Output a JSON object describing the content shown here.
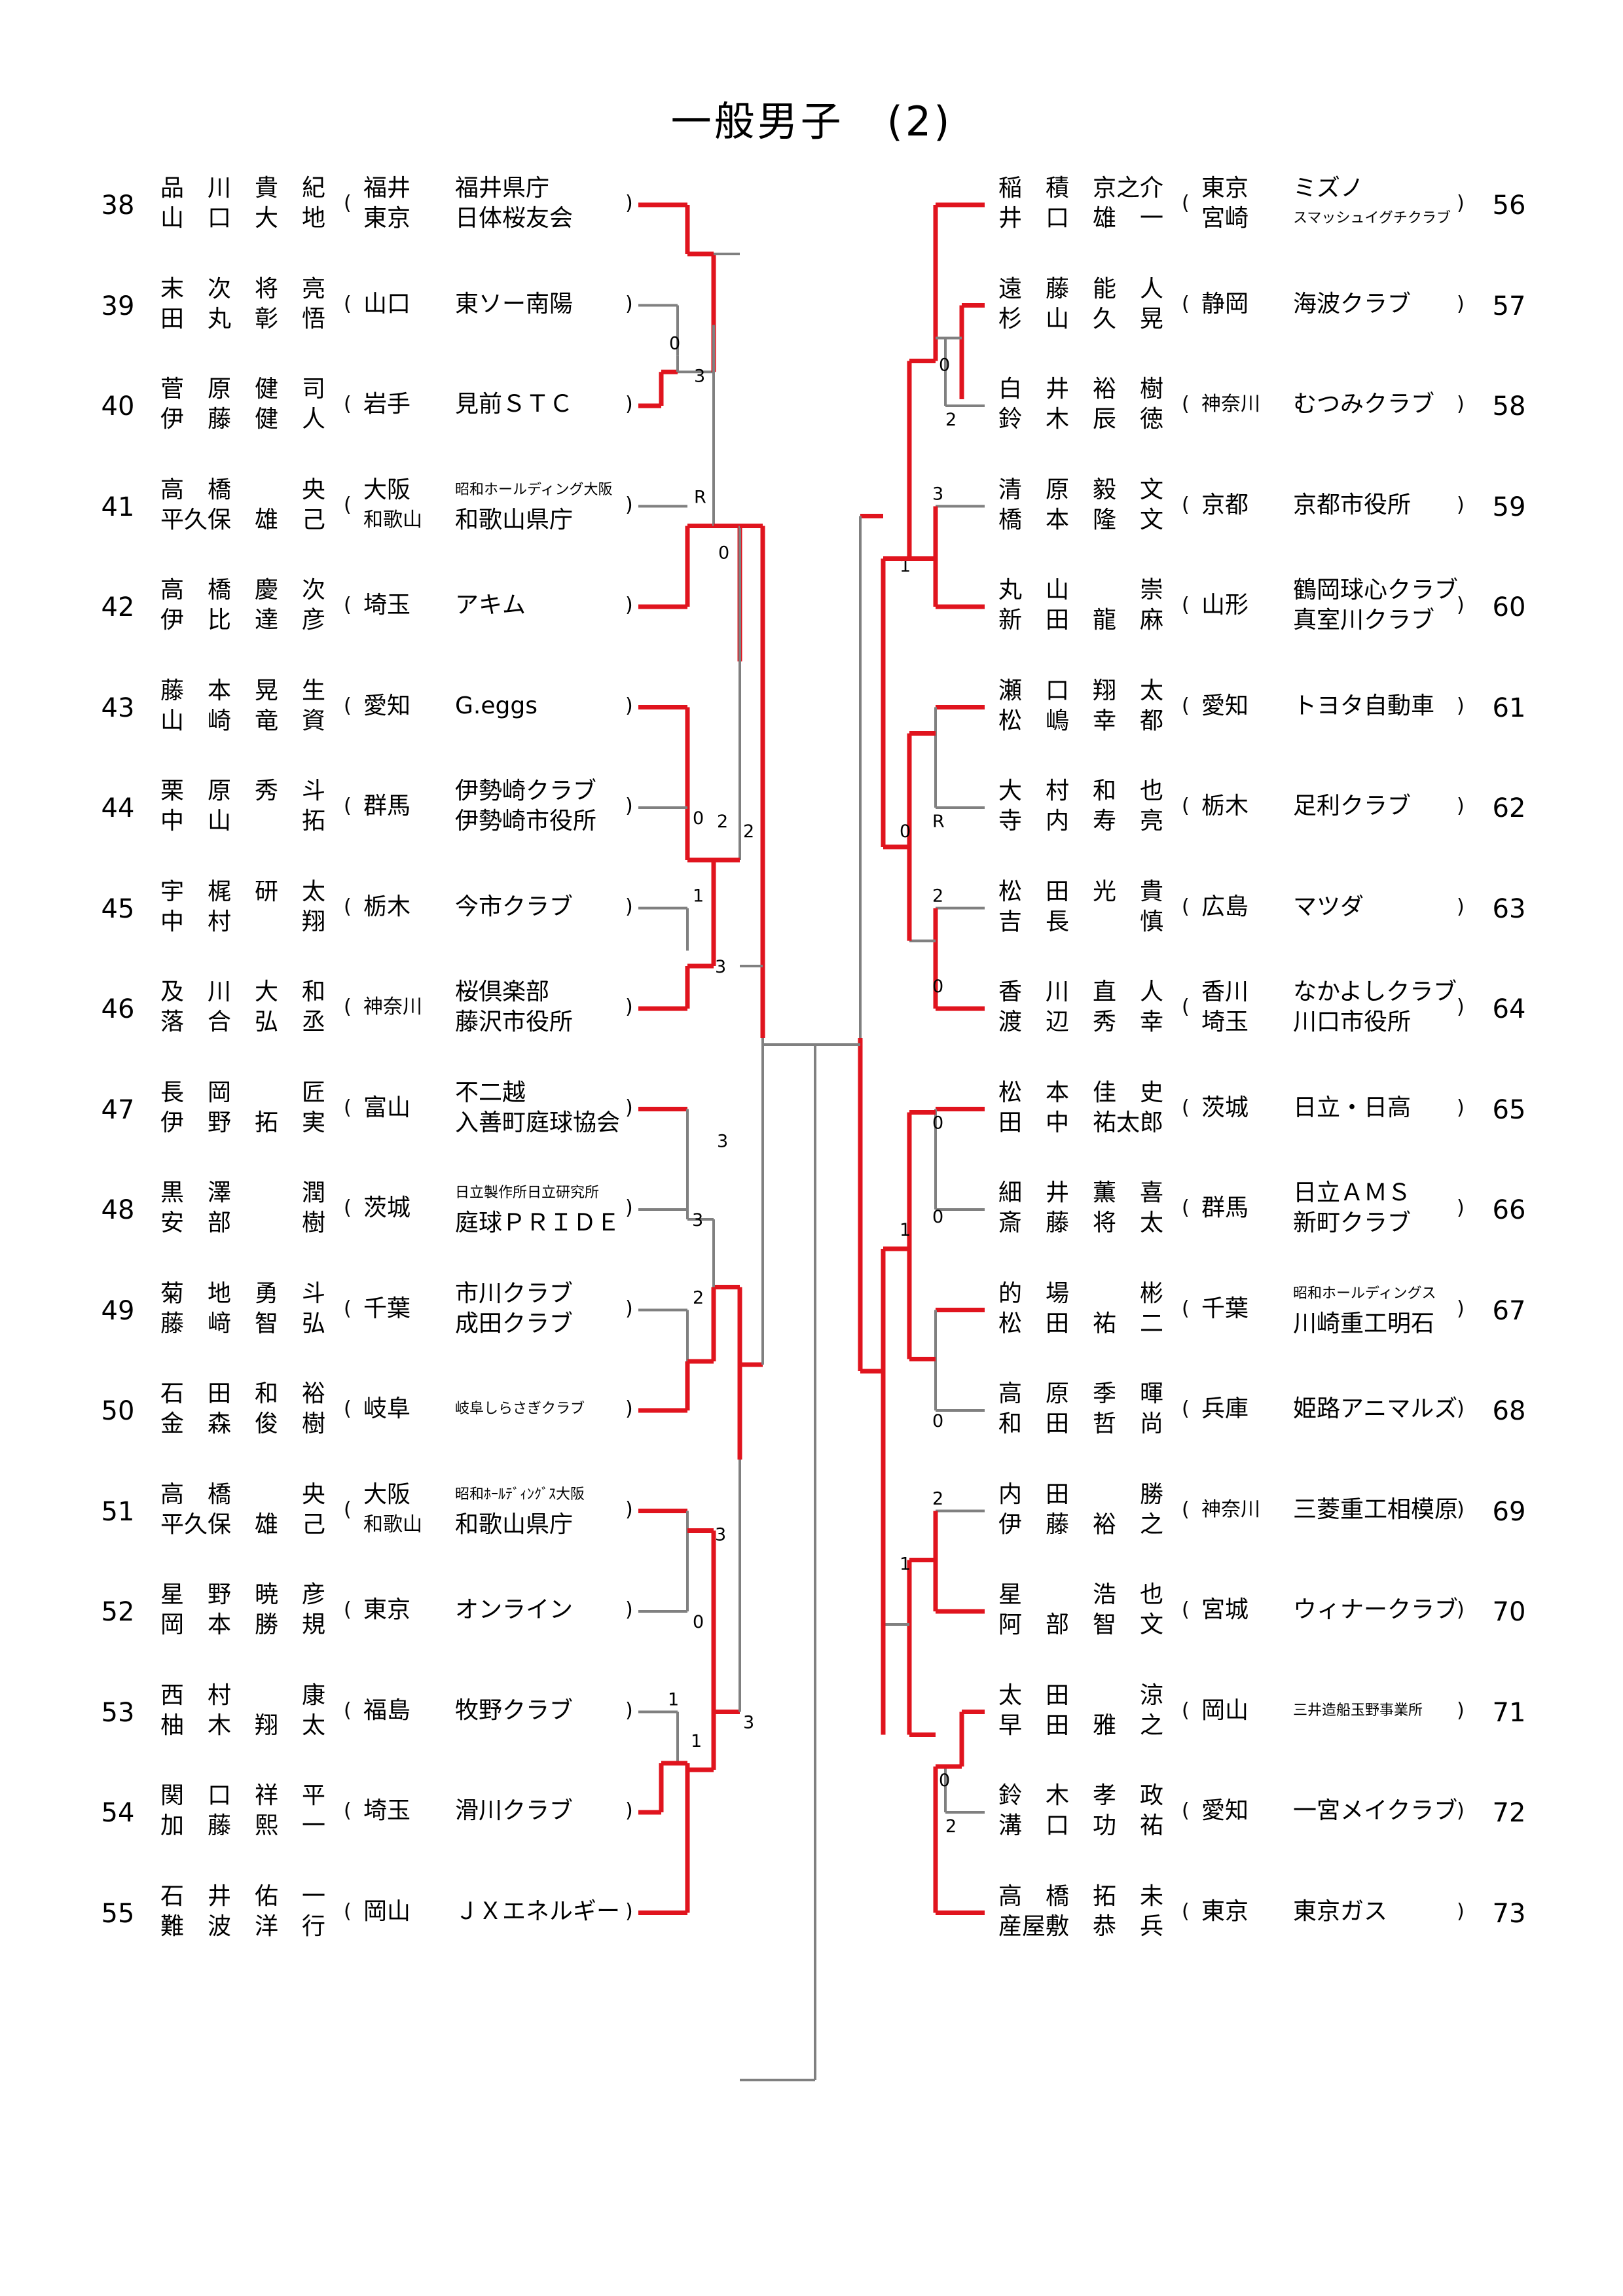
{
  "title": "一般男子　(2)",
  "left_entries": [
    {
      "no": "38",
      "p1": "品　川　貴　紀",
      "p2": "山　口　大　地",
      "pref1": "福井",
      "pref2": "東京",
      "club1": "福井県庁",
      "club2": "日体桜友会"
    },
    {
      "no": "39",
      "p1": "末　次　将　亮",
      "p2": "田　丸　彰　悟",
      "pref1": "山口",
      "pref2": "",
      "club1": "東ソー南陽",
      "club2": ""
    },
    {
      "no": "40",
      "p1": "菅　原　健　司",
      "p2": "伊　藤　健　人",
      "pref1": "岩手",
      "pref2": "",
      "club1": "見前ＳＴＣ",
      "club2": ""
    },
    {
      "no": "41",
      "p1": "高　橋　　　央",
      "p2": "平久保　雄　己",
      "pref1": "大阪",
      "pref2": "和歌山",
      "club1": "昭和ホールディング大阪",
      "club2": "和歌山県庁",
      "club1_small": true
    },
    {
      "no": "42",
      "p1": "高　橋　慶　次",
      "p2": "伊　比　達　彦",
      "pref1": "埼玉",
      "pref2": "",
      "club1": "アキム",
      "club2": ""
    },
    {
      "no": "43",
      "p1": "藤　本　晃　生",
      "p2": "山　崎　竜　資",
      "pref1": "愛知",
      "pref2": "",
      "club1": "G.eggs",
      "club2": ""
    },
    {
      "no": "44",
      "p1": "栗　原　秀　斗",
      "p2": "中　山　　　拓",
      "pref1": "群馬",
      "pref2": "",
      "club1": "伊勢崎クラブ",
      "club2": "伊勢崎市役所"
    },
    {
      "no": "45",
      "p1": "宇　梶　研　太",
      "p2": "中　村　　　翔",
      "pref1": "栃木",
      "pref2": "",
      "club1": "今市クラブ",
      "club2": ""
    },
    {
      "no": "46",
      "p1": "及　川　大　和",
      "p2": "落　合　弘　丞",
      "pref1": "神奈川",
      "pref2": "",
      "club1": "桜倶楽部",
      "club2": "藤沢市役所"
    },
    {
      "no": "47",
      "p1": "長　岡　　　匠",
      "p2": "伊　野　拓　実",
      "pref1": "富山",
      "pref2": "",
      "club1": "不二越",
      "club2": "入善町庭球協会"
    },
    {
      "no": "48",
      "p1": "黒　澤　　　潤",
      "p2": "安　部　　　樹",
      "pref1": "茨城",
      "pref2": "",
      "club1": "日立製作所日立研究所",
      "club2": "庭球ＰＲＩＤＥ",
      "club1_small": true
    },
    {
      "no": "49",
      "p1": "菊　地　勇　斗",
      "p2": "藤　﨑　智　弘",
      "pref1": "千葉",
      "pref2": "",
      "club1": "市川クラブ",
      "club2": "成田クラブ"
    },
    {
      "no": "50",
      "p1": "石　田　和　裕",
      "p2": "金　森　俊　樹",
      "pref1": "岐阜",
      "pref2": "",
      "club1": "岐阜しらさぎクラブ",
      "club2": "",
      "club1_small": true
    },
    {
      "no": "51",
      "p1": "高　橋　　　央",
      "p2": "平久保　雄　己",
      "pref1": "大阪",
      "pref2": "和歌山",
      "club1": "昭和ﾎｰﾙﾃﾞｨﾝｸﾞｽ大阪",
      "club2": "和歌山県庁",
      "club1_small": true
    },
    {
      "no": "52",
      "p1": "星　野　暁　彦",
      "p2": "岡　本　勝　規",
      "pref1": "東京",
      "pref2": "",
      "club1": "オンライン",
      "club2": ""
    },
    {
      "no": "53",
      "p1": "西　村　　　康",
      "p2": "柚　木　翔　太",
      "pref1": "福島",
      "pref2": "",
      "club1": "牧野クラブ",
      "club2": ""
    },
    {
      "no": "54",
      "p1": "関　口　祥　平",
      "p2": "加　藤　熙　一",
      "pref1": "埼玉",
      "pref2": "",
      "club1": "滑川クラブ",
      "club2": ""
    },
    {
      "no": "55",
      "p1": "石　井　佑　一",
      "p2": "難　波　洋　行",
      "pref1": "岡山",
      "pref2": "",
      "club1": "ＪＸエネルギー",
      "club2": ""
    }
  ],
  "right_entries": [
    {
      "no": "56",
      "p1": "稲　積　京之介",
      "p2": "井　口　雄　一",
      "pref1": "東京",
      "pref2": "宮崎",
      "club1": "ミズノ",
      "club2": "スマッシュイグチクラブ",
      "club2_small": true
    },
    {
      "no": "57",
      "p1": "遠　藤　能　人",
      "p2": "杉　山　久　晃",
      "pref1": "静岡",
      "pref2": "",
      "club1": "海波クラブ",
      "club2": ""
    },
    {
      "no": "58",
      "p1": "白　井　裕　樹",
      "p2": "鈴　木　辰　徳",
      "pref1": "神奈川",
      "pref2": "",
      "club1": "むつみクラブ",
      "club2": ""
    },
    {
      "no": "59",
      "p1": "清　原　毅　文",
      "p2": "橋　本　隆　文",
      "pref1": "京都",
      "pref2": "",
      "club1": "京都市役所",
      "club2": ""
    },
    {
      "no": "60",
      "p1": "丸　山　　　崇",
      "p2": "新　田　龍　麻",
      "pref1": "山形",
      "pref2": "",
      "club1": "鶴岡球心クラブ",
      "club2": "真室川クラブ"
    },
    {
      "no": "61",
      "p1": "瀬　口　翔　太",
      "p2": "松　嶋　幸　都",
      "pref1": "愛知",
      "pref2": "",
      "club1": "トヨタ自動車",
      "club2": ""
    },
    {
      "no": "62",
      "p1": "大　村　和　也",
      "p2": "寺　内　寿　亮",
      "pref1": "栃木",
      "pref2": "",
      "club1": "足利クラブ",
      "club2": ""
    },
    {
      "no": "63",
      "p1": "松　田　光　貴",
      "p2": "吉　長　　　慎",
      "pref1": "広島",
      "pref2": "",
      "club1": "マツダ",
      "club2": ""
    },
    {
      "no": "64",
      "p1": "香　川　直　人",
      "p2": "渡　辺　秀　幸",
      "pref1": "香川",
      "pref2": "埼玉",
      "club1": "なかよしクラブ",
      "club2": "川口市役所"
    },
    {
      "no": "65",
      "p1": "松　本　佳　史",
      "p2": "田　中　祐太郎",
      "pref1": "茨城",
      "pref2": "",
      "club1": "日立・日高",
      "club2": ""
    },
    {
      "no": "66",
      "p1": "細　井　薫　喜",
      "p2": "斎　藤　将　太",
      "pref1": "群馬",
      "pref2": "",
      "club1": "日立ＡＭＳ",
      "club2": "新町クラブ"
    },
    {
      "no": "67",
      "p1": "的　場　　　彬",
      "p2": "松　田　祐　二",
      "pref1": "千葉",
      "pref2": "",
      "club1": "昭和ホールディングス",
      "club2": "川崎重工明石",
      "club1_small": true
    },
    {
      "no": "68",
      "p1": "高　原　季　暉",
      "p2": "和　田　哲　尚",
      "pref1": "兵庫",
      "pref2": "",
      "club1": "姫路アニマルズ",
      "club2": ""
    },
    {
      "no": "69",
      "p1": "内　田　　　勝",
      "p2": "伊　藤　裕　之",
      "pref1": "神奈川",
      "pref2": "",
      "club1": "三菱重工相模原",
      "club2": ""
    },
    {
      "no": "70",
      "p1": "星　　　浩　也",
      "p2": "阿　部　智　文",
      "pref1": "宮城",
      "pref2": "",
      "club1": "ウィナークラブ",
      "club2": ""
    },
    {
      "no": "71",
      "p1": "太　田　　　涼",
      "p2": "早　田　雅　之",
      "pref1": "岡山",
      "pref2": "",
      "club1": "三井造船玉野事業所",
      "club2": "",
      "club1_small": true
    },
    {
      "no": "72",
      "p1": "鈴　木　孝　政",
      "p2": "溝　口　功　祐",
      "pref1": "愛知",
      "pref2": "",
      "club1": "一宮メイクラブ",
      "club2": ""
    },
    {
      "no": "73",
      "p1": "高　橋　拓　未",
      "p2": "産屋敷　恭　兵",
      "pref1": "東京",
      "pref2": "",
      "club1": "東京ガス",
      "club2": ""
    }
  ],
  "scores": {
    "left": [
      "0",
      "3",
      "R",
      "0",
      "0",
      "2",
      "1",
      "3",
      "2",
      "3",
      "2",
      "3",
      "0",
      "1",
      "1",
      "3"
    ],
    "right": [
      "0",
      "2",
      "3",
      "1",
      "R",
      "2",
      "0",
      "0",
      "0",
      "0",
      "1",
      "0",
      "2",
      "1",
      "0",
      "2"
    ]
  }
}
